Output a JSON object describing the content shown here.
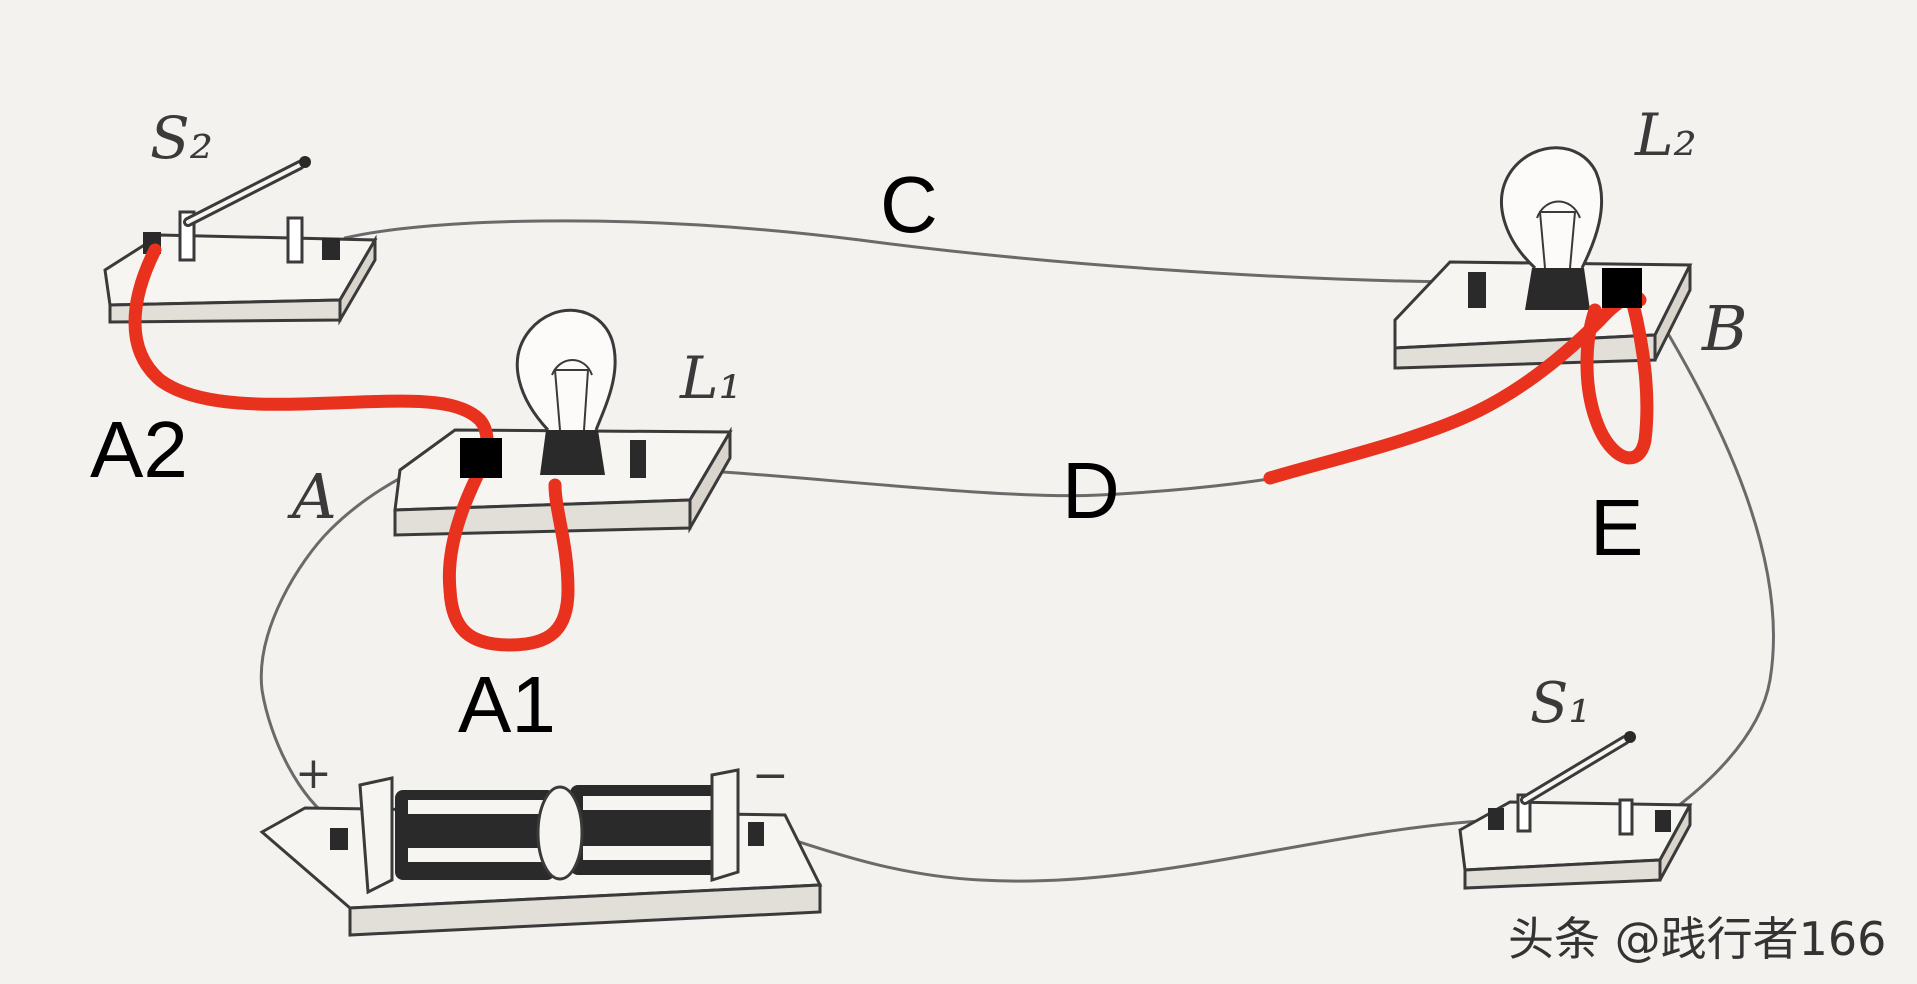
{
  "diagram": {
    "labels": {
      "switch_s2": "S₂",
      "switch_s1": "S₁",
      "lamp_l1": "L₁",
      "lamp_l2": "L₂",
      "node_a": "A",
      "node_b": "B",
      "wire_c": "C",
      "wire_d": "D",
      "point_e": "E",
      "point_a1": "A1",
      "point_a2": "A2",
      "battery_plus": "+",
      "battery_minus": "−"
    },
    "colors": {
      "ink": "#4a4a4a",
      "added_wire": "#e8321e",
      "marker": "#000000",
      "board": "#f7f5f2",
      "board_side": "#e2ded8"
    }
  },
  "watermark": "头条 @践行者166"
}
